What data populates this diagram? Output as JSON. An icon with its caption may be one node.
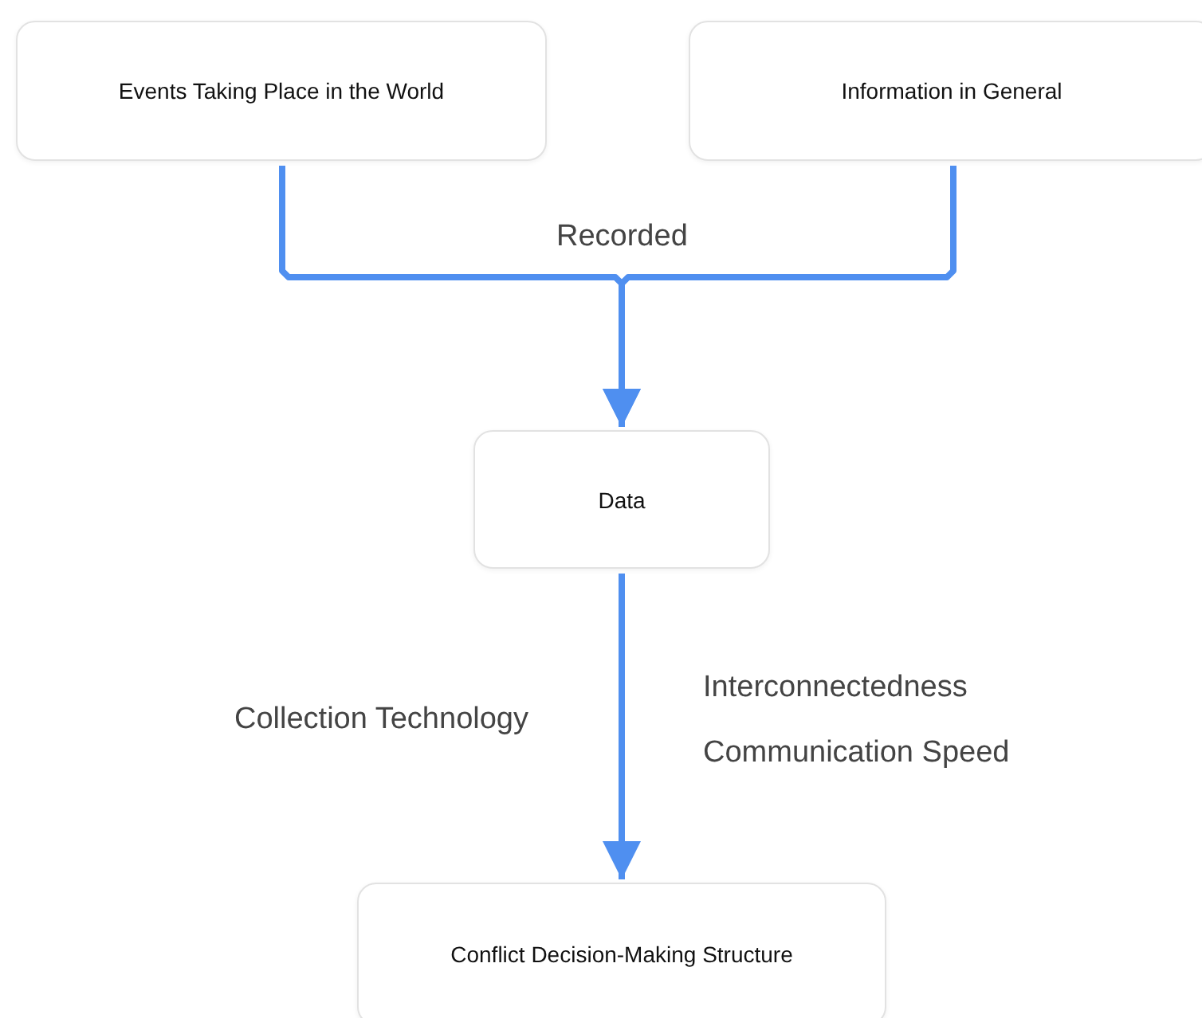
{
  "diagram": {
    "nodes": [
      {
        "text": [
          "Events Taking Place in the World"
        ]
      },
      {
        "text": [
          "Information in General"
        ]
      },
      {
        "text": [
          "Data"
        ]
      },
      {
        "text": [
          "Conflict Decision-Making Structure"
        ]
      }
    ],
    "edges": [
      {
        "from": 0,
        "to": 2,
        "arrow": "to",
        "label": "Recorded"
      },
      {
        "from": 1,
        "to": 2,
        "arrow": "to"
      },
      {
        "from": 2,
        "to": 3,
        "arrow": "to"
      }
    ],
    "labels": [
      "Interconnectedness",
      "Collection Technology",
      "Communication Speed"
    ]
  }
}
